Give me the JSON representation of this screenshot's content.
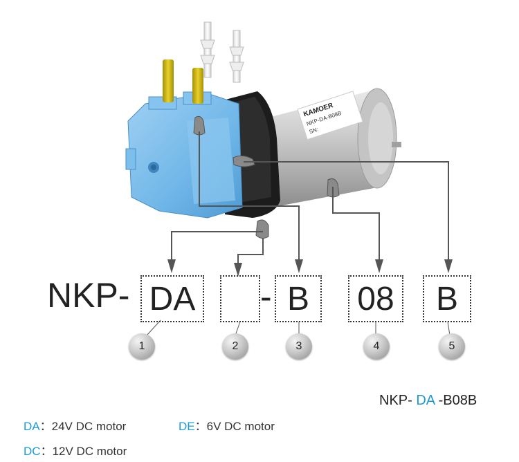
{
  "model": {
    "prefix": "NKP-",
    "fields": [
      {
        "value": "DA",
        "number": "1"
      },
      {
        "value": "",
        "number": "2"
      },
      {
        "value": "B",
        "number": "3"
      },
      {
        "value": "08",
        "number": "4"
      },
      {
        "value": "B",
        "number": "5"
      }
    ],
    "separator": "-"
  },
  "label": {
    "brand": "KAMOER",
    "line1": "NKP-DA-B08B",
    "line2": "SN:"
  },
  "example": {
    "prefix": "NKP-",
    "highlight": "DA",
    "suffix": "-B08B"
  },
  "legend": [
    {
      "code": "DA",
      "colon": "：",
      "desc": "24V DC motor"
    },
    {
      "code": "DE",
      "colon": "：",
      "desc": "6V DC motor"
    },
    {
      "code": "DC",
      "colon": "：",
      "desc": "12V DC motor"
    }
  ],
  "colors": {
    "accent": "#1a9ad6",
    "pump_blue": "#6fb6e8",
    "tube_yellow": "#d9c21a",
    "connector_white": "#f2f2f2",
    "motor_silver": "#bdbdbd",
    "bracket_black": "#1c1c1c",
    "arrow_gray": "#555555"
  }
}
